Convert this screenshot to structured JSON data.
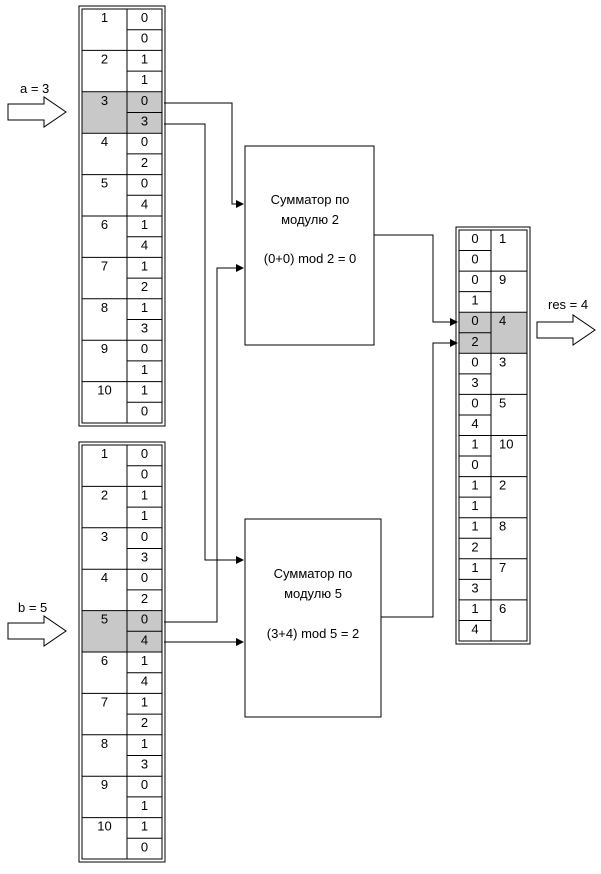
{
  "input_a": {
    "label": "a = 3"
  },
  "input_b": {
    "label": "b = 5"
  },
  "output": {
    "label": "res = 4"
  },
  "table_a": {
    "rows": [
      [
        "1",
        "0",
        "0"
      ],
      [
        "2",
        "1",
        "1"
      ],
      [
        "3",
        "0",
        "3"
      ],
      [
        "4",
        "0",
        "2"
      ],
      [
        "5",
        "0",
        "4"
      ],
      [
        "6",
        "1",
        "4"
      ],
      [
        "7",
        "1",
        "2"
      ],
      [
        "8",
        "1",
        "3"
      ],
      [
        "9",
        "0",
        "1"
      ],
      [
        "10",
        "1",
        "0"
      ]
    ],
    "highlight_index": 2
  },
  "table_b": {
    "rows": [
      [
        "1",
        "0",
        "0"
      ],
      [
        "2",
        "1",
        "1"
      ],
      [
        "3",
        "0",
        "3"
      ],
      [
        "4",
        "0",
        "2"
      ],
      [
        "5",
        "0",
        "4"
      ],
      [
        "6",
        "1",
        "4"
      ],
      [
        "7",
        "1",
        "2"
      ],
      [
        "8",
        "1",
        "3"
      ],
      [
        "9",
        "0",
        "1"
      ],
      [
        "10",
        "1",
        "0"
      ]
    ],
    "highlight_index": 4
  },
  "table_res": {
    "rows": [
      [
        "0",
        "0",
        "1"
      ],
      [
        "0",
        "1",
        "9"
      ],
      [
        "0",
        "2",
        "4"
      ],
      [
        "0",
        "3",
        "3"
      ],
      [
        "0",
        "4",
        "5"
      ],
      [
        "1",
        "0",
        "10"
      ],
      [
        "1",
        "1",
        "2"
      ],
      [
        "1",
        "2",
        "8"
      ],
      [
        "1",
        "3",
        "7"
      ],
      [
        "1",
        "4",
        "6"
      ]
    ],
    "highlight_index": 2
  },
  "adder_mod2": {
    "line1": "Сумматор по",
    "line2": "модулю 2",
    "formula": "(0+0) mod 2 = 0"
  },
  "adder_mod5": {
    "line1": "Сумматор по",
    "line2": "модулю 5",
    "formula": "(3+4) mod 5 = 2"
  },
  "colors": {
    "highlight": "#c8c8c8",
    "line": "#000000"
  }
}
